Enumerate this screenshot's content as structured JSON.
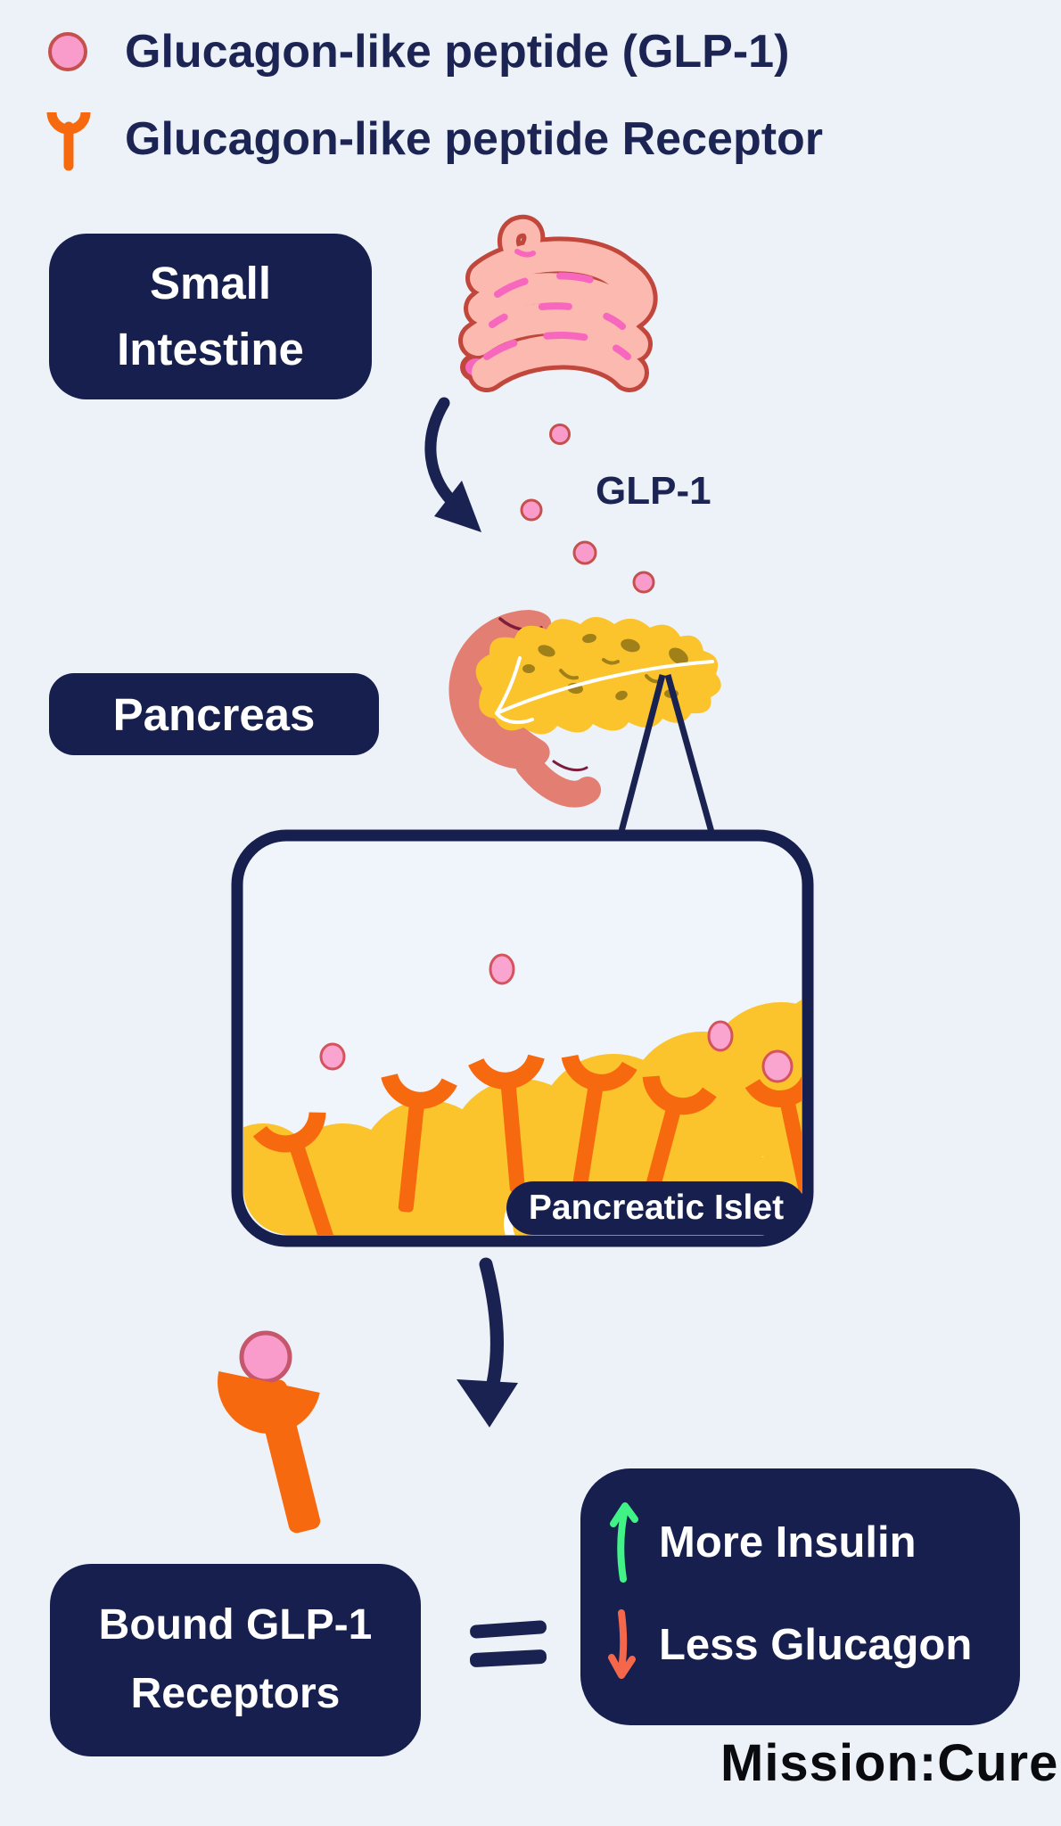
{
  "legend": {
    "items": [
      {
        "icon": "glp1-dot-icon",
        "label": "Glucagon-like peptide (GLP-1)"
      },
      {
        "icon": "receptor-icon",
        "label": "Glucagon-like peptide Receptor"
      }
    ]
  },
  "organs": {
    "small_intestine_label": "Small Intestine",
    "pancreas_label": "Pancreas"
  },
  "flow": {
    "glp1_label": "GLP-1",
    "islet_label": "Pancreatic Islet",
    "bound_label": "Bound GLP-1 Receptors",
    "equals_symbol": "="
  },
  "results": {
    "items": [
      {
        "icon": "up-arrow-icon",
        "color": "#41F286",
        "label": "More Insulin"
      },
      {
        "icon": "down-arrow-icon",
        "color": "#F4674B",
        "label": "Less Glucagon"
      }
    ]
  },
  "brand": {
    "name": "Mission:Cure"
  },
  "palette": {
    "background": "#EDF2F8",
    "navy": "#161F4E",
    "pink": "#F99CCB",
    "pink_stroke": "#C5514E",
    "orange": "#F7690F",
    "yellow": "#FBC32C",
    "salmon": "#E37F72",
    "intestine_fill": "#FBB9B0",
    "intestine_outline": "#C1463C",
    "accent_pink": "#F767BE",
    "olive_spots": "#A08119",
    "green_arrow": "#41F286",
    "red_arrow": "#F4674B",
    "brand_black": "#0A0B0E"
  }
}
